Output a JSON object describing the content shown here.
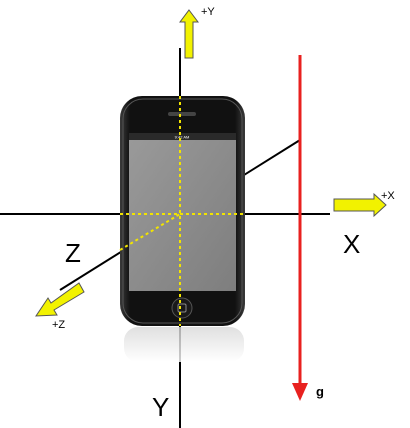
{
  "labels": {
    "x_axis": "X",
    "y_axis": "Y",
    "z_axis": "Z",
    "plus_x": "+X",
    "plus_y": "+Y",
    "plus_z": "+Z",
    "gravity": "g",
    "status_time": "9:42 AM"
  },
  "colors": {
    "axis_line": "#000000",
    "dotted_axis": "#f2e400",
    "gravity_arrow": "#e8211f",
    "direction_arrow_fill": "#f2f200",
    "direction_arrow_stroke": "#555555",
    "phone_body": "#111111",
    "phone_screen": "#8c8c8c"
  }
}
